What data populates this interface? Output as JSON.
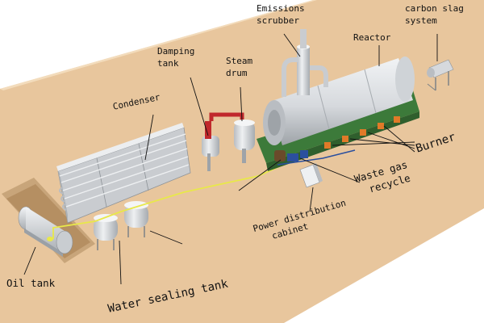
{
  "labels": {
    "emissions_line1": "Emissions",
    "emissions_line2": "scrubber",
    "carbon_line1": "carbon slag",
    "carbon_line2": "system",
    "reactor": "Reactor",
    "damping_line1": "Damping",
    "damping_line2": "tank",
    "steam_line1": "Steam",
    "steam_line2": "drum",
    "condenser": "Condenser",
    "burner": "Burner",
    "waste_gas_line1": "Waste gas",
    "waste_gas_line2": "recycle",
    "power_line1": "Power distribution",
    "power_line2": "cabinet",
    "oil_tank": "Oil tank",
    "water_sealing_tank": "Water sealing tank"
  },
  "colors": {
    "floor": "#e8c69d",
    "equipment": "#dcdfe2",
    "pipe": "#c9ccd0",
    "red_pipe": "#c0282c",
    "oil_line": "#e8e84a",
    "burner_orange": "#e07a28",
    "motor_blue": "#2b4f9e",
    "frame_green": "#3c7a3a",
    "text": "#111111",
    "leader": "#111111"
  }
}
